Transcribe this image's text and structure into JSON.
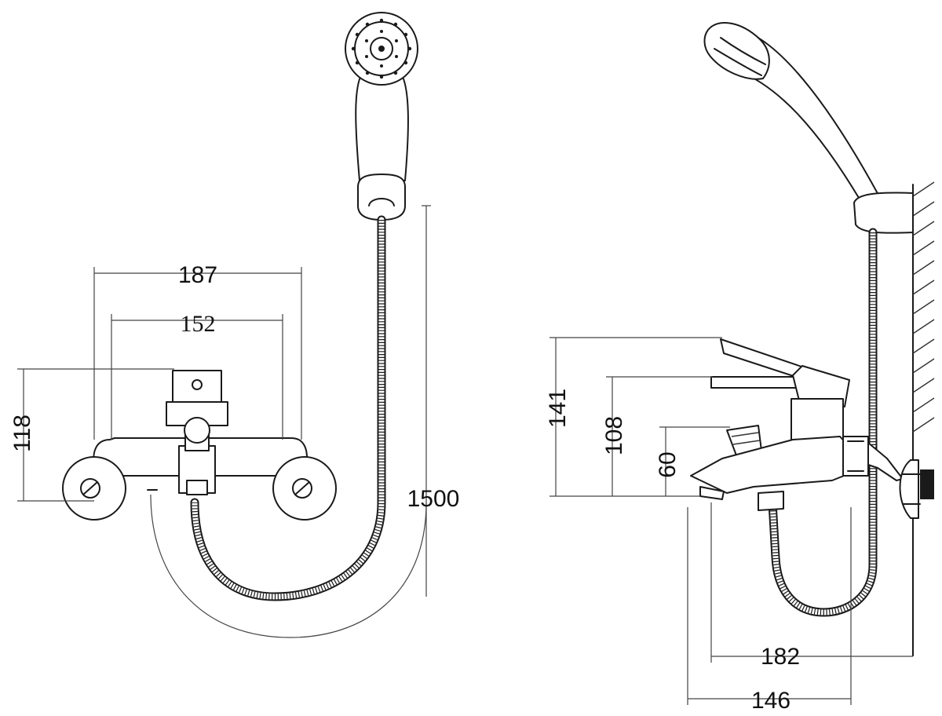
{
  "front_view": {
    "dimensions": {
      "width_overall": "187",
      "width_centers": "152",
      "height": "118",
      "hose_length": "1500"
    }
  },
  "side_view": {
    "dimensions": {
      "height_lever": "141",
      "height_body": "108",
      "height_spout": "60",
      "depth_overall": "182",
      "depth_spout": "146"
    }
  }
}
